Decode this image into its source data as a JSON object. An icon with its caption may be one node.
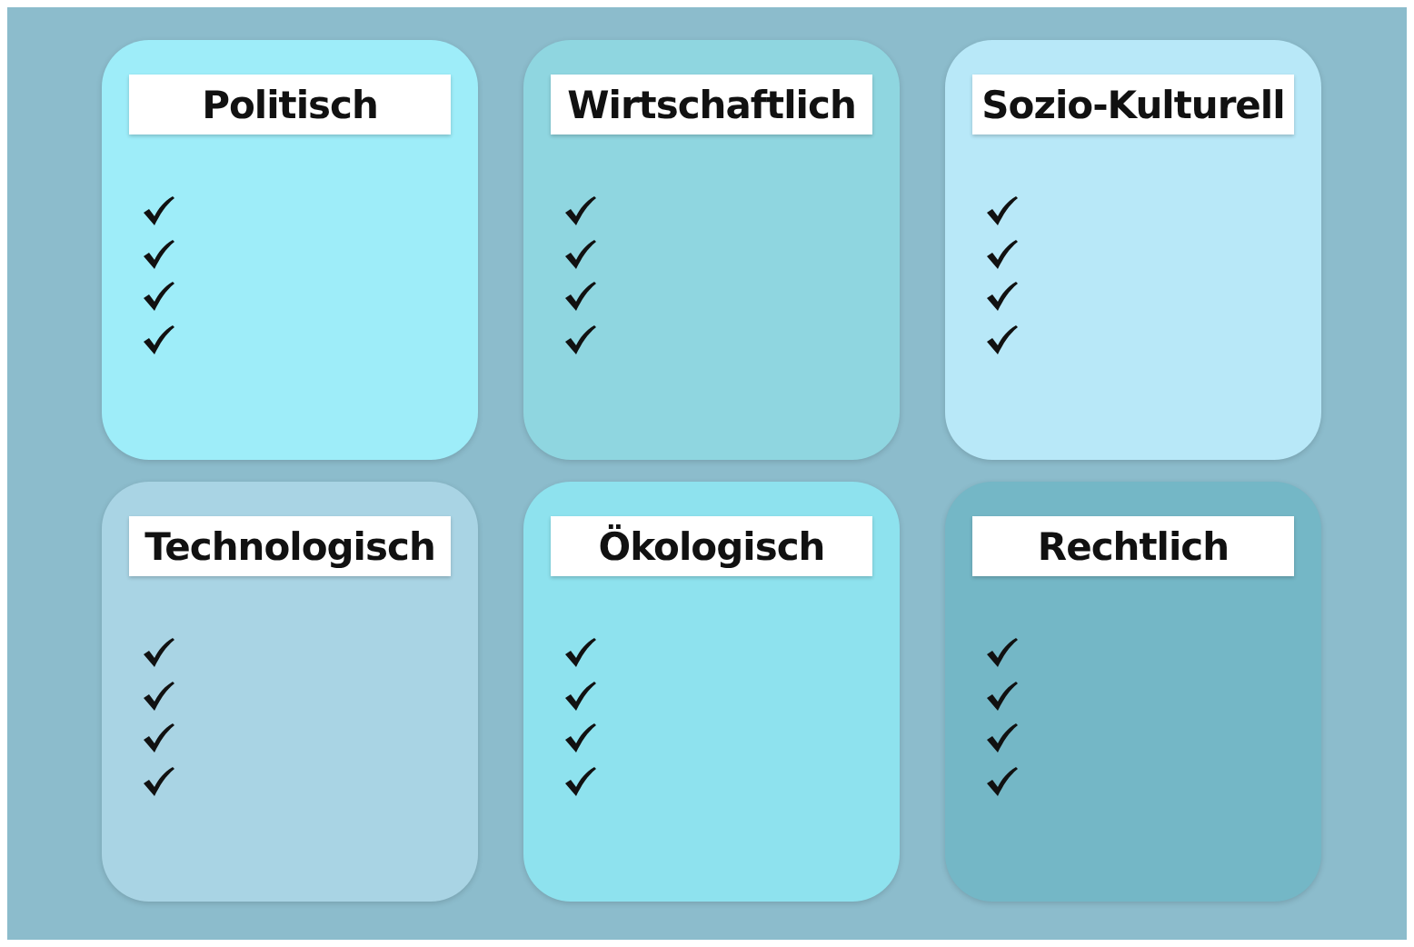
{
  "diagram": {
    "nodes": [
      {
        "text": [
          "Politisch"
        ]
      },
      {
        "text": [
          "Wirtschaftlich"
        ]
      },
      {
        "text": [
          "Sozio-Kulturell"
        ]
      },
      {
        "text": [
          "Technologisch"
        ]
      },
      {
        "text": [
          "Ökologisch"
        ]
      },
      {
        "text": [
          "Rechtlich"
        ]
      }
    ]
  }
}
